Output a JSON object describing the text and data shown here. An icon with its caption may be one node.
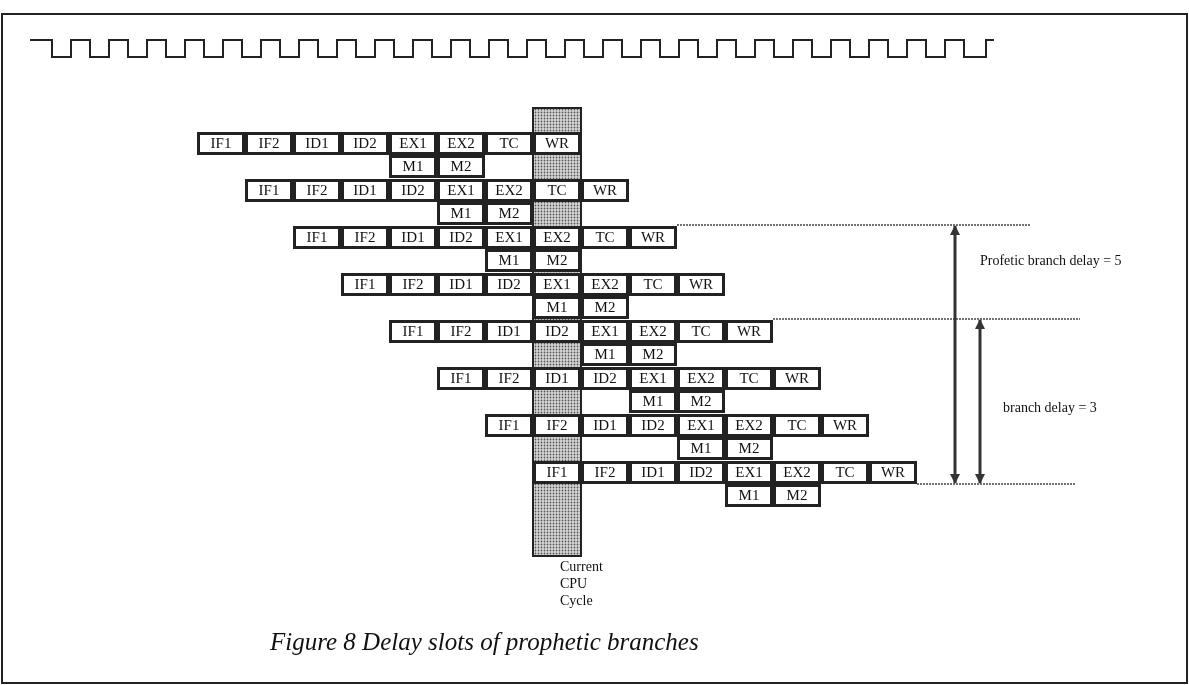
{
  "diagram": {
    "caption": "Figure 8 Delay slots of prophetic branches",
    "nodes": [
      {
        "text": [
          "IF1"
        ]
      },
      {
        "text": [
          "IF2"
        ]
      },
      {
        "text": [
          "ID1"
        ]
      },
      {
        "text": [
          "ID2"
        ]
      },
      {
        "text": [
          "EX1"
        ]
      },
      {
        "text": [
          "EX2"
        ]
      },
      {
        "text": [
          "TC"
        ]
      },
      {
        "text": [
          "WR"
        ]
      },
      {
        "text": [
          "M1"
        ]
      },
      {
        "text": [
          "M2"
        ]
      },
      {
        "text": [
          "IF1"
        ]
      },
      {
        "text": [
          "IF2"
        ]
      },
      {
        "text": [
          "ID1"
        ]
      },
      {
        "text": [
          "ID2"
        ]
      },
      {
        "text": [
          "EX1"
        ]
      },
      {
        "text": [
          "EX2"
        ]
      },
      {
        "text": [
          "TC"
        ]
      },
      {
        "text": [
          "WR"
        ]
      },
      {
        "text": [
          "M1"
        ]
      },
      {
        "text": [
          "M2"
        ]
      },
      {
        "text": [
          "IF1"
        ]
      },
      {
        "text": [
          "IF2"
        ]
      },
      {
        "text": [
          "ID1"
        ]
      },
      {
        "text": [
          "ID2"
        ]
      },
      {
        "text": [
          "EX1"
        ]
      },
      {
        "text": [
          "EX2"
        ]
      },
      {
        "text": [
          "TC"
        ]
      },
      {
        "text": [
          "WR"
        ]
      },
      {
        "text": [
          "M1"
        ]
      },
      {
        "text": [
          "M2"
        ]
      },
      {
        "text": [
          "IF1"
        ]
      },
      {
        "text": [
          "IF2"
        ]
      },
      {
        "text": [
          "ID1"
        ]
      },
      {
        "text": [
          "ID2"
        ]
      },
      {
        "text": [
          "EX1"
        ]
      },
      {
        "text": [
          "EX2"
        ]
      },
      {
        "text": [
          "TC"
        ]
      },
      {
        "text": [
          "WR"
        ]
      },
      {
        "text": [
          "M1"
        ]
      },
      {
        "text": [
          "M2"
        ]
      },
      {
        "text": [
          "IF1"
        ]
      },
      {
        "text": [
          "IF2"
        ]
      },
      {
        "text": [
          "ID1"
        ]
      },
      {
        "text": [
          "ID2"
        ]
      },
      {
        "text": [
          "EX1"
        ]
      },
      {
        "text": [
          "EX2"
        ]
      },
      {
        "text": [
          "TC"
        ]
      },
      {
        "text": [
          "WR"
        ]
      },
      {
        "text": [
          "M1"
        ]
      },
      {
        "text": [
          "M2"
        ]
      },
      {
        "text": [
          "IF1"
        ]
      },
      {
        "text": [
          "IF2"
        ]
      },
      {
        "text": [
          "ID1"
        ]
      },
      {
        "text": [
          "ID2"
        ]
      },
      {
        "text": [
          "EX1"
        ]
      },
      {
        "text": [
          "EX2"
        ]
      },
      {
        "text": [
          "TC"
        ]
      },
      {
        "text": [
          "WR"
        ]
      },
      {
        "text": [
          "M1"
        ]
      },
      {
        "text": [
          "M2"
        ]
      },
      {
        "text": [
          "IF1"
        ]
      },
      {
        "text": [
          "IF2"
        ]
      },
      {
        "text": [
          "ID1"
        ]
      },
      {
        "text": [
          "ID2"
        ]
      },
      {
        "text": [
          "EX1"
        ]
      },
      {
        "text": [
          "EX2"
        ]
      },
      {
        "text": [
          "TC"
        ]
      },
      {
        "text": [
          "WR"
        ]
      },
      {
        "text": [
          "M1"
        ]
      },
      {
        "text": [
          "M2"
        ]
      },
      {
        "text": [
          "IF1"
        ]
      },
      {
        "text": [
          "IF2"
        ]
      },
      {
        "text": [
          "ID1"
        ]
      },
      {
        "text": [
          "ID2"
        ]
      },
      {
        "text": [
          "EX1"
        ]
      },
      {
        "text": [
          "EX2"
        ]
      },
      {
        "text": [
          "TC"
        ]
      },
      {
        "text": [
          "WR"
        ]
      },
      {
        "text": [
          "M1"
        ]
      },
      {
        "text": [
          "M2"
        ]
      }
    ],
    "labels": [
      "Profetic branch delay = 5",
      "branch delay = 3",
      "Current CPU Cycle"
    ]
  }
}
